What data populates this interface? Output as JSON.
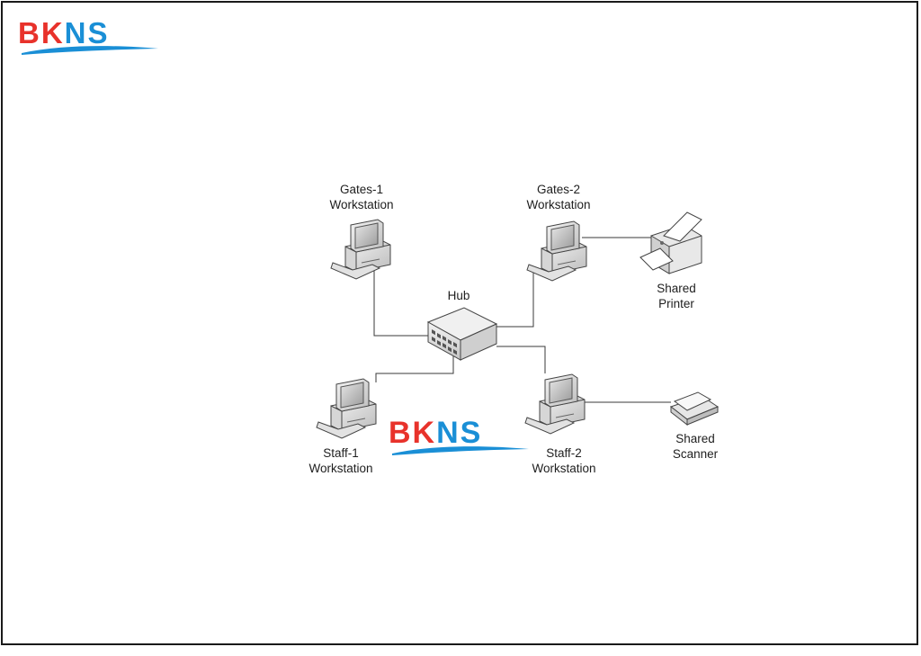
{
  "brand": {
    "logo_part1": "BK",
    "logo_part2": "NS",
    "watermark_part1": "BK",
    "watermark_part2": "NS",
    "color_red": "#e8322b",
    "color_blue": "#1a8fd6"
  },
  "nodes": {
    "gates1": {
      "line1": "Gates-1",
      "line2": "Workstation",
      "icon": "desktop-computer-icon"
    },
    "gates2": {
      "line1": "Gates-2",
      "line2": "Workstation",
      "icon": "desktop-computer-icon"
    },
    "hub": {
      "line1": "Hub",
      "icon": "network-hub-icon"
    },
    "printer": {
      "line1": "Shared",
      "line2": "Printer",
      "icon": "printer-icon"
    },
    "staff1": {
      "line1": "Staff-1",
      "line2": "Workstation",
      "icon": "desktop-computer-icon"
    },
    "staff2": {
      "line1": "Staff-2",
      "line2": "Workstation",
      "icon": "desktop-computer-icon"
    },
    "scanner": {
      "line1": "Shared",
      "line2": "Scanner",
      "icon": "scanner-icon"
    }
  }
}
